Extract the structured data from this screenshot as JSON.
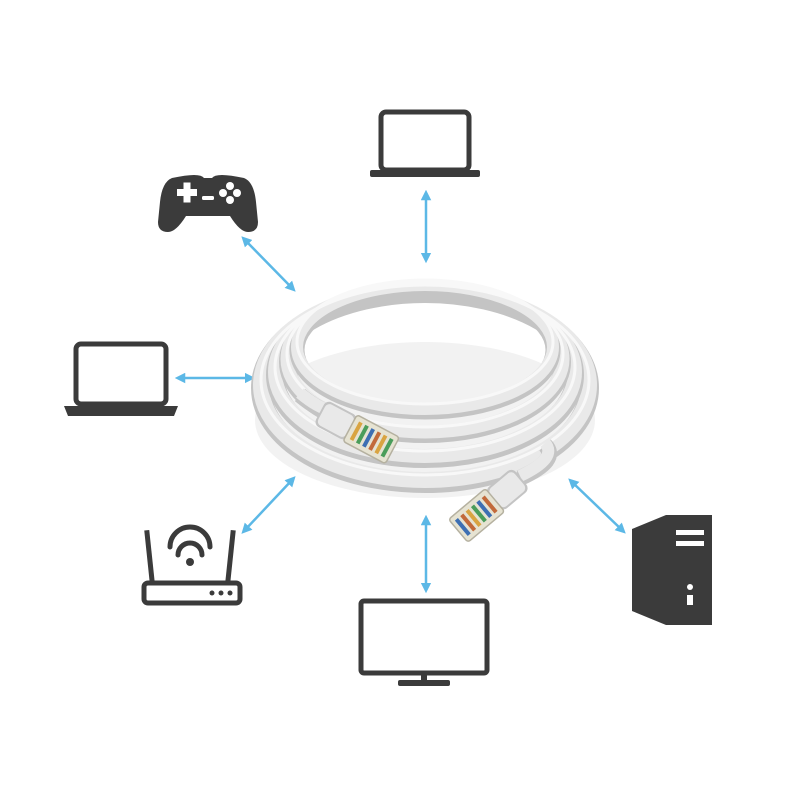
{
  "colors": {
    "background": "#ffffff",
    "icon_fill": "#3b3b3b",
    "arrow": "#5cb8e6",
    "cable": "#e9e9e9",
    "cable_shadow": "#c4c4c4",
    "cable_highlight": "#f8f8f8",
    "connector_wire_1": "#d9a441",
    "connector_wire_2": "#4a9d5a",
    "connector_wire_3": "#3d6fb3",
    "connector_wire_4": "#c26a3a"
  },
  "center": {
    "icon": "ethernet-cable-coil-icon"
  },
  "devices": [
    {
      "id": "laptop-top",
      "icon": "laptop-icon"
    },
    {
      "id": "gamepad",
      "icon": "gamepad-icon"
    },
    {
      "id": "laptop-left",
      "icon": "laptop-icon"
    },
    {
      "id": "router",
      "icon": "wifi-router-icon"
    },
    {
      "id": "monitor",
      "icon": "monitor-icon"
    },
    {
      "id": "desktop-tower",
      "icon": "desktop-tower-icon"
    }
  ]
}
